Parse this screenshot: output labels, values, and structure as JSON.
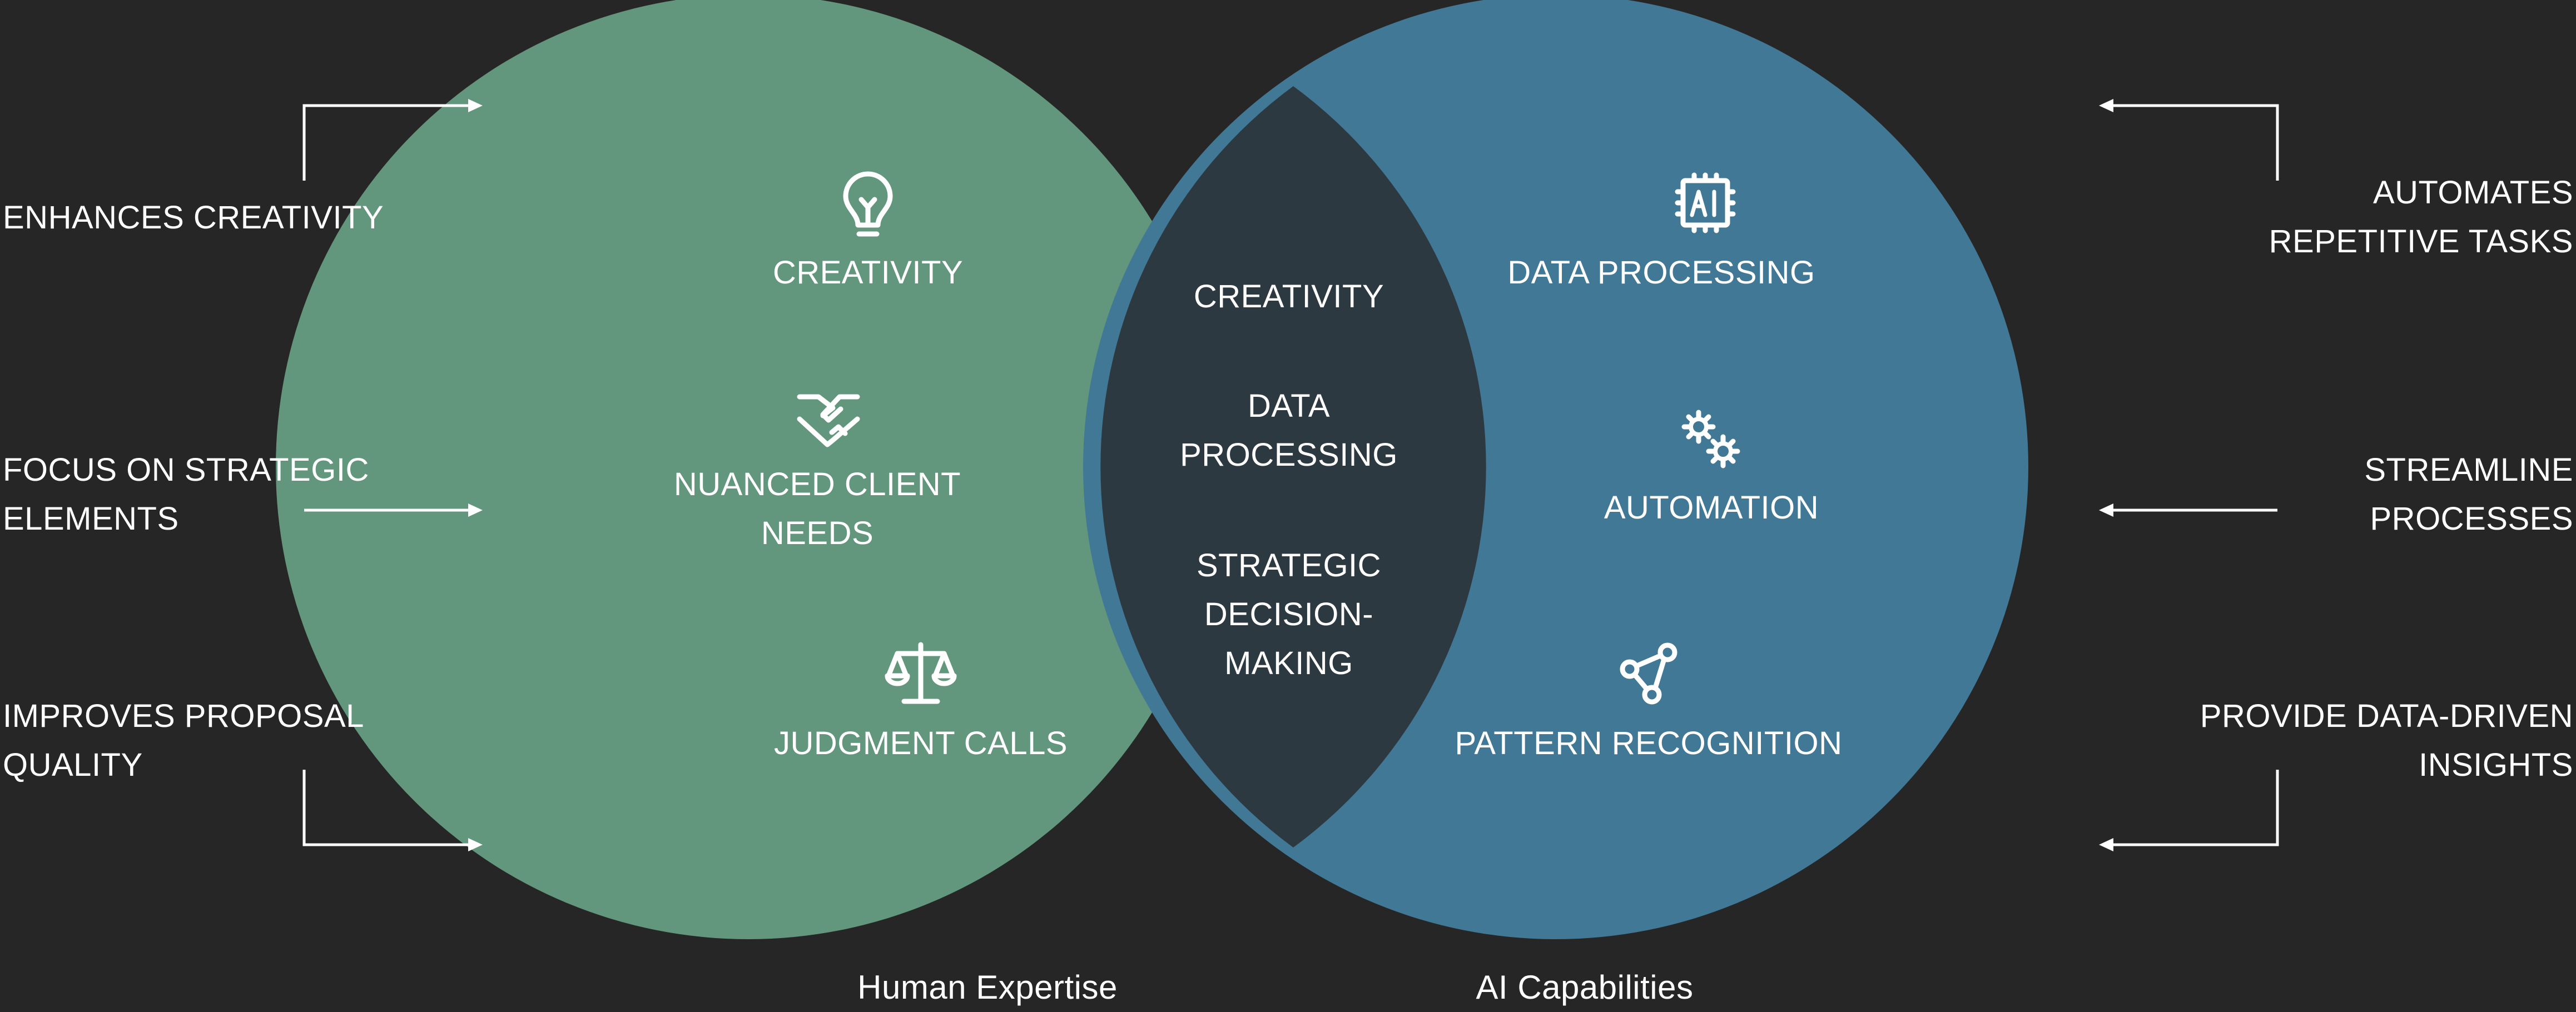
{
  "colors": {
    "background": "#262626",
    "human_circle": "#62977e",
    "ai_circle": "#417896",
    "intersection": "#2d3941",
    "text": "#ffffff"
  },
  "human": {
    "caption": "Human Expertise",
    "items": [
      {
        "icon": "lightbulb-icon",
        "label": "CREATIVITY"
      },
      {
        "icon": "handshake-icon",
        "line1": "NUANCED CLIENT",
        "line2": "NEEDS"
      },
      {
        "icon": "scales-icon",
        "label": "JUDGMENT CALLS"
      }
    ]
  },
  "ai": {
    "caption": "AI Capabilities",
    "items": [
      {
        "icon": "ai-chip-icon",
        "label": "DATA PROCESSING"
      },
      {
        "icon": "gears-icon",
        "label": "AUTOMATION"
      },
      {
        "icon": "network-icon",
        "label": "PATTERN RECOGNITION"
      }
    ]
  },
  "overlap": {
    "item1": "CREATIVITY",
    "item2_line1": "DATA",
    "item2_line2": "PROCESSING",
    "item3_line1": "STRATEGIC",
    "item3_line2": "DECISION-",
    "item3_line3": "MAKING"
  },
  "left_notes": [
    {
      "line1": "ENHANCES CREATIVITY"
    },
    {
      "line1": "FOCUS ON STRATEGIC",
      "line2": "ELEMENTS"
    },
    {
      "line1": "IMPROVES PROPOSAL",
      "line2": "QUALITY"
    }
  ],
  "right_notes": [
    {
      "line1": "AUTOMATES",
      "line2": "REPETITIVE TASKS"
    },
    {
      "line1": "STREAMLINE",
      "line2": "PROCESSES"
    },
    {
      "line1": "PROVIDE DATA-DRIVEN",
      "line2": "INSIGHTS"
    }
  ]
}
